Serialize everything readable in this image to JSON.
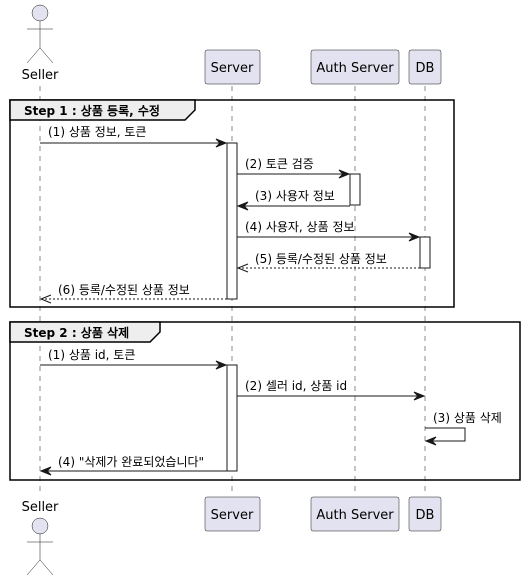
{
  "participants": {
    "seller": "Seller",
    "server": "Server",
    "auth": "Auth Server",
    "db": "DB"
  },
  "step1": {
    "title": "Step 1 : 상품 등록, 수정",
    "messages": [
      "(1) 상품 정보, 토큰",
      "(2) 토큰 검증",
      "(3) 사용자 정보",
      "(4) 사용자, 상품 정보",
      "(5) 등록/수정된 상품 정보",
      "(6) 등록/수정된 상품 정보"
    ]
  },
  "step2": {
    "title": "Step 2 : 상품 삭제",
    "messages": [
      "(1) 상품 id, 토큰",
      "(2) 셀러 id, 상품 id",
      "(3) 상품 삭제",
      "(4) \"삭제가 완료되었습니다\""
    ]
  }
}
